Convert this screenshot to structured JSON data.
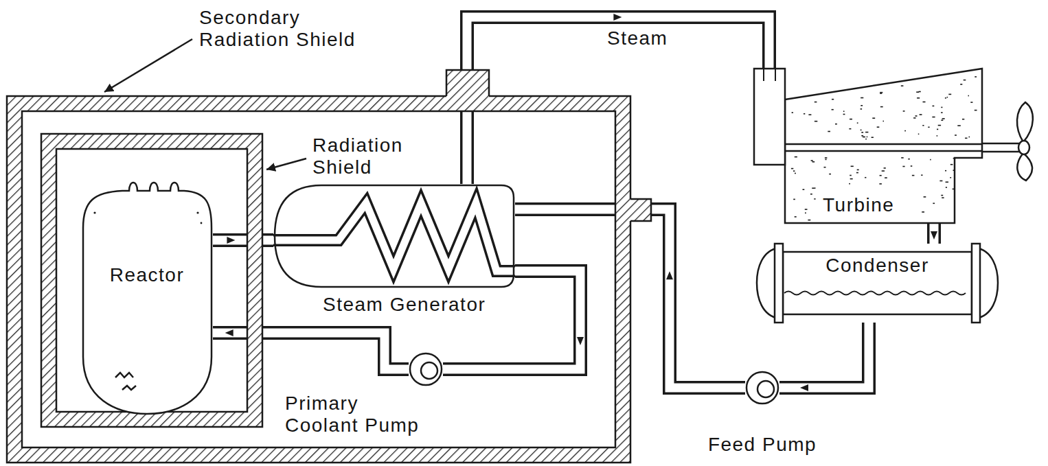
{
  "diagram": {
    "nodes": [
      {
        "text": [
          "Secondary Radiation Shield"
        ]
      },
      {
        "text": [
          "Radiation Shield"
        ],
        "in": 0
      },
      {
        "text": [
          "Reactor"
        ],
        "in": 1
      },
      {
        "text": [
          "Steam Generator"
        ],
        "in": 0
      },
      {
        "text": [
          "Primary Coolant Pump"
        ],
        "in": 0
      },
      {
        "text": [
          "Turbine"
        ]
      },
      {
        "text": [
          "Condenser"
        ]
      },
      {
        "text": [
          "Feed Pump"
        ]
      }
    ],
    "edges": [
      {
        "from": 2,
        "to": 3,
        "arrow": "to"
      },
      {
        "from": 3,
        "to": 4,
        "arrow": "to"
      },
      {
        "from": 4,
        "to": 2,
        "arrow": "to"
      },
      {
        "from": 3,
        "to": 5,
        "label": "Steam",
        "arrow": "to"
      },
      {
        "from": 5,
        "to": 6,
        "arrow": "to"
      },
      {
        "from": 6,
        "to": 7,
        "arrow": "to"
      },
      {
        "from": 7,
        "to": 3,
        "arrow": "to"
      }
    ]
  }
}
